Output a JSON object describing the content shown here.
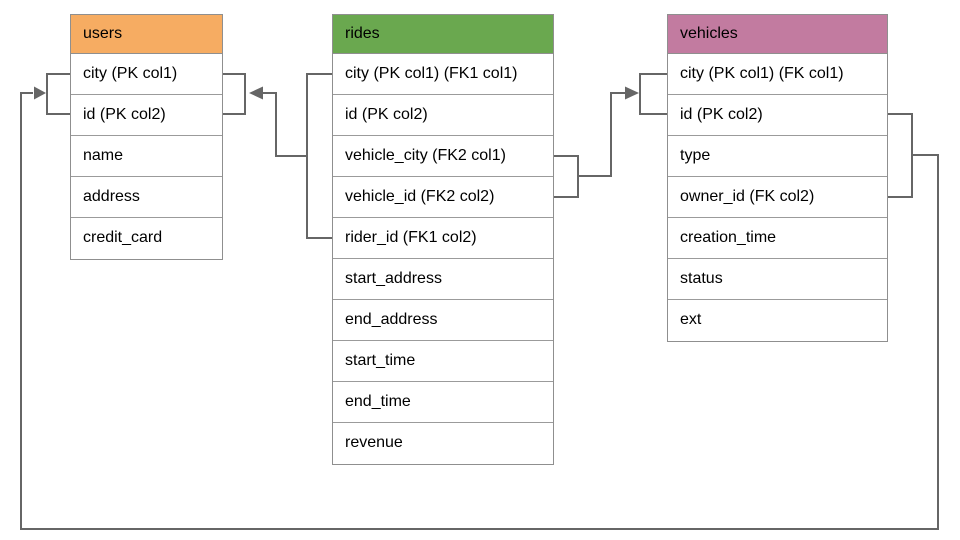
{
  "diagram": {
    "colors": {
      "background": "#FFFFFF",
      "table_border": "#8F8F8F",
      "row_divider": "#9B9B9B",
      "connector": "#666666",
      "text": "#000000"
    },
    "tables": [
      {
        "name": "users",
        "header_color": "#F6AC62",
        "columns": [
          "city (PK col1)",
          "id (PK col2)",
          "name",
          "address",
          "credit_card"
        ]
      },
      {
        "name": "rides",
        "header_color": "#6AA84F",
        "columns": [
          "city (PK col1) (FK1 col1)",
          "id (PK col2)",
          "vehicle_city (FK2 col1)",
          "vehicle_id (FK2 col2)",
          "rider_id (FK1 col2)",
          "start_address",
          "end_address",
          "start_time",
          "end_time",
          "revenue"
        ]
      },
      {
        "name": "vehicles",
        "header_color": "#C27BA0",
        "columns": [
          "city (PK col1) (FK col1)",
          "id (PK col2)",
          "type",
          "owner_id (FK col2)",
          "creation_time",
          "status",
          "ext"
        ]
      }
    ],
    "relationships": [
      {
        "from_table": "rides",
        "from_columns": [
          "city (PK col1) (FK1 col1)",
          "rider_id (FK1 col2)"
        ],
        "to_table": "users",
        "to_columns": [
          "city (PK col1)",
          "id (PK col2)"
        ],
        "arrow_points_to": "users"
      },
      {
        "from_table": "rides",
        "from_columns": [
          "vehicle_city (FK2 col1)",
          "vehicle_id (FK2 col2)"
        ],
        "to_table": "vehicles",
        "to_columns": [
          "city (PK col1) (FK col1)",
          "id (PK col2)"
        ],
        "arrow_points_to": "vehicles"
      },
      {
        "from_table": "vehicles",
        "from_columns": [
          "id (PK col2)",
          "owner_id (FK col2)"
        ],
        "to_table": "users",
        "to_columns": [
          "city (PK col1)",
          "id (PK col2)"
        ],
        "arrow_points_to": "users"
      }
    ]
  }
}
